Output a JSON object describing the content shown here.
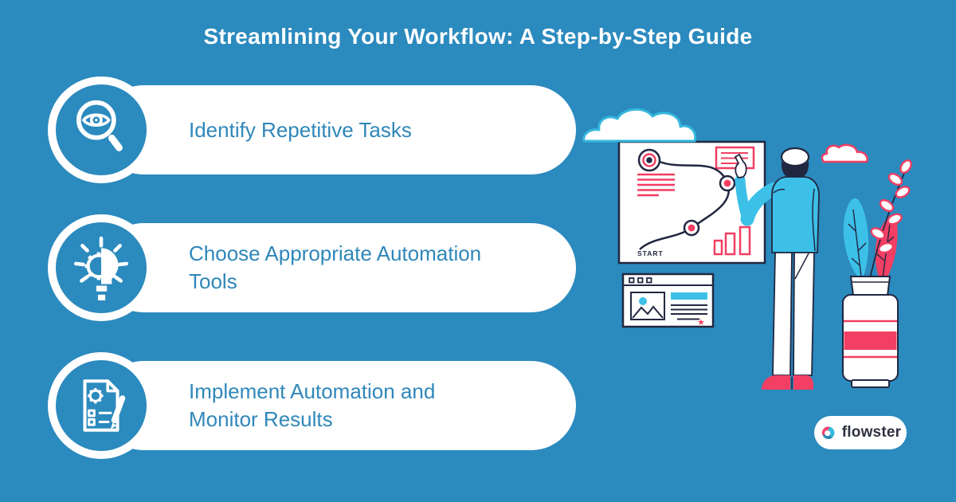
{
  "title": "Streamlining Your Workflow: A Step-by-Step Guide",
  "steps": [
    {
      "label": "Identify Repetitive Tasks",
      "icon": "magnifier-eye-icon"
    },
    {
      "label": "Choose Appropriate Automation Tools",
      "icon": "bulb-gear-icon"
    },
    {
      "label": "Implement Automation and Monitor Results",
      "icon": "document-gear-pencil-icon"
    }
  ],
  "illustration": {
    "whiteboard": {
      "start_label": "START"
    }
  },
  "brand": {
    "name": "flowster"
  },
  "colors": {
    "background": "#2b8abe",
    "accent_pink": "#f23f63",
    "accent_cyan": "#3cc0e8",
    "cloud_cyan_stroke": "#35b8dd",
    "outline_dark": "#222741",
    "step_text": "#2f87b9",
    "title_text": "#ffffff",
    "brand_text": "#2e3140"
  }
}
